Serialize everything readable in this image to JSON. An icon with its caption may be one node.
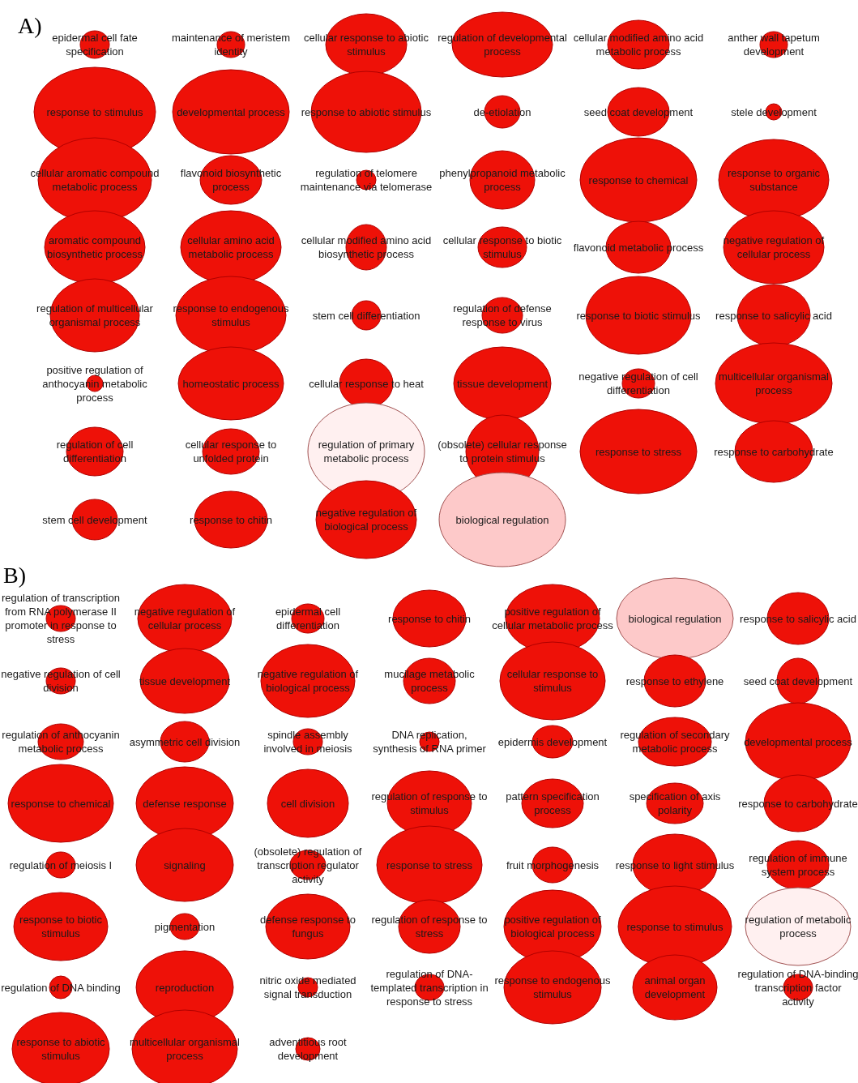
{
  "diagram": {
    "nodes": [
      {
        "text": [
          "epidermal cell fate specification"
        ]
      },
      {
        "text": [
          "maintenance of meristem identity"
        ]
      },
      {
        "text": [
          "cellular response to abiotic stimulus"
        ]
      },
      {
        "text": [
          "regulation of developmental process"
        ]
      },
      {
        "text": [
          "cellular modified amino acid metabolic process"
        ]
      },
      {
        "text": [
          "anther wall tapetum development"
        ]
      },
      {
        "text": [
          "response to stimulus"
        ]
      },
      {
        "text": [
          "developmental process"
        ]
      },
      {
        "text": [
          "response to abiotic stimulus"
        ]
      },
      {
        "text": [
          "de-etiolation"
        ]
      },
      {
        "text": [
          "seed coat development"
        ]
      },
      {
        "text": [
          "stele development"
        ]
      },
      {
        "text": [
          "cellular aromatic compound metabolic process"
        ]
      },
      {
        "text": [
          "flavonoid biosynthetic process"
        ]
      },
      {
        "text": [
          "regulation of telomere maintenance via telomerase"
        ]
      },
      {
        "text": [
          "phenylpropanoid metabolic process"
        ]
      },
      {
        "text": [
          "response to chemical"
        ]
      },
      {
        "text": [
          "response to organic substance"
        ]
      },
      {
        "text": [
          "aromatic compound biosynthetic process"
        ]
      },
      {
        "text": [
          "cellular amino acid metabolic process"
        ]
      },
      {
        "text": [
          "cellular modified amino acid biosynthetic process"
        ]
      },
      {
        "text": [
          "cellular response to biotic stimulus"
        ]
      },
      {
        "text": [
          "flavonoid metabolic process"
        ]
      },
      {
        "text": [
          "negative regulation of cellular process"
        ]
      },
      {
        "text": [
          "regulation of multicellular organismal process"
        ]
      },
      {
        "text": [
          "response to endogenous stimulus"
        ]
      },
      {
        "text": [
          "stem cell differentiation"
        ]
      },
      {
        "text": [
          "regulation of defense response to virus"
        ]
      },
      {
        "text": [
          "response to biotic stimulus"
        ]
      },
      {
        "text": [
          "response to salicylic acid"
        ]
      },
      {
        "text": [
          "positive regulation of anthocyanin metabolic process"
        ]
      },
      {
        "text": [
          "homeostatic process"
        ]
      },
      {
        "text": [
          "cellular response to heat"
        ]
      },
      {
        "text": [
          "tissue development"
        ]
      },
      {
        "text": [
          "negative regulation of cell differentiation"
        ]
      },
      {
        "text": [
          "multicellular organismal process"
        ]
      },
      {
        "text": [
          "regulation of cell differentiation"
        ]
      },
      {
        "text": [
          "cellular response to unfolded protein"
        ]
      },
      {
        "text": [
          "regulation of primary metabolic process"
        ]
      },
      {
        "text": [
          "(obsolete) cellular response to protein stimulus"
        ]
      },
      {
        "text": [
          "response to stress"
        ]
      },
      {
        "text": [
          "response to carbohydrate"
        ]
      },
      {
        "text": [
          "stem cell development"
        ]
      },
      {
        "text": [
          "response to chitin"
        ]
      },
      {
        "text": [
          "negative regulation of biological process"
        ]
      },
      {
        "text": [
          "biological regulation"
        ]
      },
      {
        "text": [
          "regulation of transcription from RNA polymerase II promoter in response to stress"
        ]
      },
      {
        "text": [
          "negative regulation of cellular process"
        ]
      },
      {
        "text": [
          "epidermal cell differentiation"
        ]
      },
      {
        "text": [
          "response to chitin"
        ]
      },
      {
        "text": [
          "positive regulation of cellular metabolic process"
        ]
      },
      {
        "text": [
          "biological regulation"
        ]
      },
      {
        "text": [
          "response to salicylic acid"
        ]
      },
      {
        "text": [
          "negative regulation of cell division"
        ]
      },
      {
        "text": [
          "tissue development"
        ]
      },
      {
        "text": [
          "negative regulation of biological process"
        ]
      },
      {
        "text": [
          "mucilage metabolic process"
        ]
      },
      {
        "text": [
          "cellular response to stimulus"
        ]
      },
      {
        "text": [
          "response to ethylene"
        ]
      },
      {
        "text": [
          "seed coat development"
        ]
      },
      {
        "text": [
          "regulation of anthocyanin metabolic process"
        ]
      },
      {
        "text": [
          "asymmetric cell division"
        ]
      },
      {
        "text": [
          "spindle assembly involved in meiosis"
        ]
      },
      {
        "text": [
          "DNA replication, synthesis of RNA primer"
        ]
      },
      {
        "text": [
          "epidermis development"
        ]
      },
      {
        "text": [
          "regulation of secondary metabolic process"
        ]
      },
      {
        "text": [
          "developmental process"
        ]
      },
      {
        "text": [
          "response to chemical"
        ]
      },
      {
        "text": [
          "defense response"
        ]
      },
      {
        "text": [
          "cell division"
        ]
      },
      {
        "text": [
          "regulation of response to stimulus"
        ]
      },
      {
        "text": [
          "pattern specification process"
        ]
      },
      {
        "text": [
          "specification of axis polarity"
        ]
      },
      {
        "text": [
          "response to carbohydrate"
        ]
      },
      {
        "text": [
          "regulation of meiosis I"
        ]
      },
      {
        "text": [
          "signaling"
        ]
      },
      {
        "text": [
          "(obsolete) regulation of transcription regulator activity"
        ]
      },
      {
        "text": [
          "response to stress"
        ]
      },
      {
        "text": [
          "fruit morphogenesis"
        ]
      },
      {
        "text": [
          "response to light stimulus"
        ]
      },
      {
        "text": [
          "regulation of immune system process"
        ]
      },
      {
        "text": [
          "response to biotic stimulus"
        ]
      },
      {
        "text": [
          "pigmentation"
        ]
      },
      {
        "text": [
          "defense response to fungus"
        ]
      },
      {
        "text": [
          "regulation of response to stress"
        ]
      },
      {
        "text": [
          "positive regulation of biological process"
        ]
      },
      {
        "text": [
          "response to stimulus"
        ]
      },
      {
        "text": [
          "regulation of metabolic process"
        ]
      },
      {
        "text": [
          "regulation of DNA binding"
        ]
      },
      {
        "text": [
          "reproduction"
        ]
      },
      {
        "text": [
          "nitric oxide mediated signal transduction"
        ]
      },
      {
        "text": [
          "regulation of DNA-templated transcription in response to stress"
        ]
      },
      {
        "text": [
          "response to endogenous stimulus"
        ]
      },
      {
        "text": [
          "animal organ development"
        ]
      },
      {
        "text": [
          "regulation of DNA-binding transcription factor activity"
        ]
      },
      {
        "text": [
          "response to abiotic stimulus"
        ]
      },
      {
        "text": [
          "multicellular organismal process"
        ]
      },
      {
        "text": [
          "adventitious root development"
        ]
      }
    ],
    "labels": [
      "A)",
      "B)"
    ]
  }
}
